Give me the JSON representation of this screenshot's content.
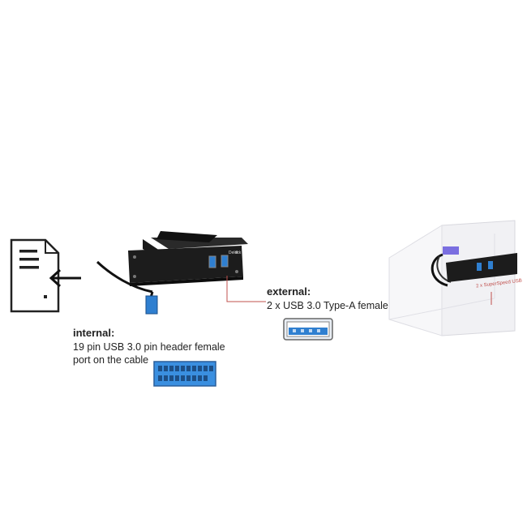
{
  "internal": {
    "title": "internal:",
    "line1": "19 pin USB 3.0 pin header female",
    "line2": "port on the cable"
  },
  "external": {
    "title": "external:",
    "line1": "2 x USB 3.0 Type-A female"
  },
  "install_label": "2 x SuperSpeed USB",
  "brand_label": "Delock",
  "colors": {
    "callout_line": "#c0504d",
    "usb_blue": "#2f7fd0",
    "header_blue": "#3a8fe0",
    "panel_black": "#1c1c1c"
  },
  "icons": [
    "computer-document-icon",
    "arrow-left-icon",
    "usb-3-a-port-icon",
    "pin-header-19-icon"
  ]
}
